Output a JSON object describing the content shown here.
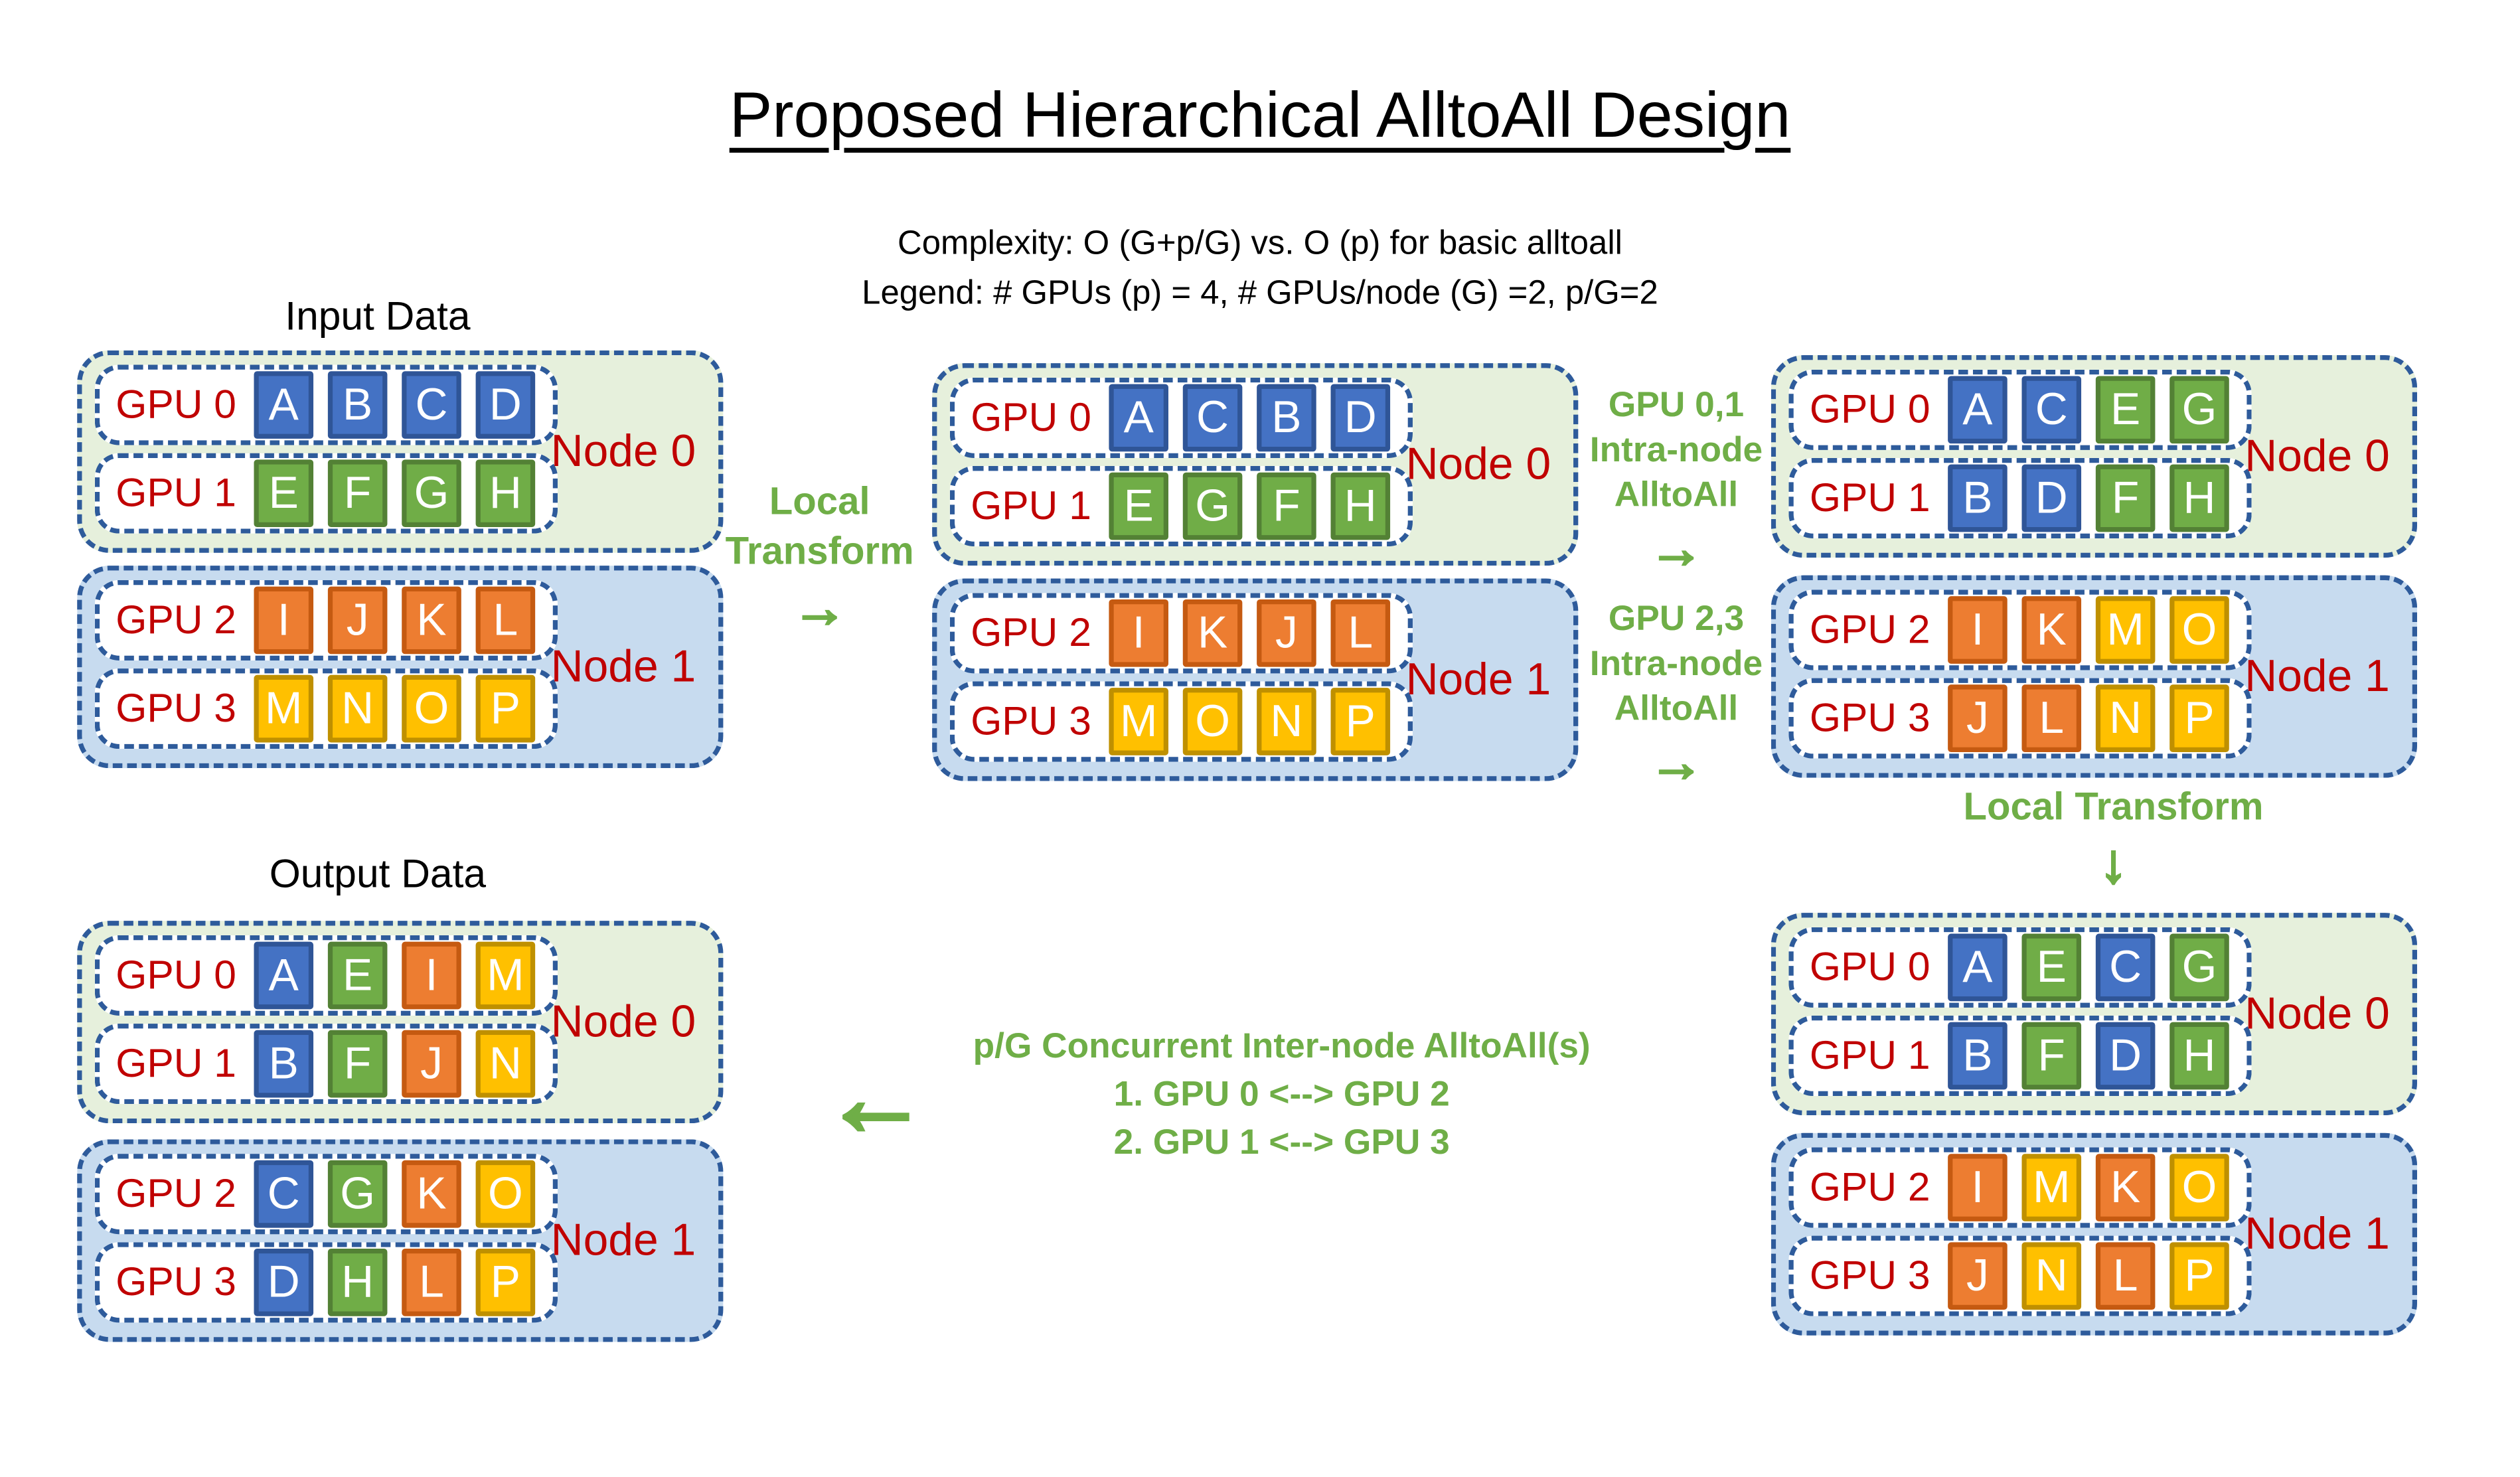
{
  "title": "Proposed Hierarchical AlltoAll Design",
  "subtitle": {
    "line1": "Complexity: O (G+p/G) vs. O (p) for basic alltoall",
    "line2": "Legend: # GPUs (p) = 4, # GPUs/node (G) =2, p/G=2"
  },
  "palette": {
    "dash": "#2E5B9B",
    "red": "#C00000",
    "green_text": "#6FAE47",
    "node_green": "#E6F0DC",
    "node_blue": "#C7DBEF",
    "cell": {
      "blue": {
        "fill": "#4472C4",
        "border": "#2F5597"
      },
      "green": {
        "fill": "#70AD47",
        "border": "#538135"
      },
      "orange": {
        "fill": "#ED7D31",
        "border": "#C55A11"
      },
      "yellow": {
        "fill": "#FFC000",
        "border": "#BF9000"
      }
    }
  },
  "stages": [
    {
      "name": "input",
      "title": "Input Data",
      "nodes": [
        {
          "label": "Node 0",
          "tone": "green",
          "rows": [
            {
              "gpu": "GPU 0",
              "cells": [
                {
                  "ch": "A",
                  "color": "blue"
                },
                {
                  "ch": "B",
                  "color": "blue"
                },
                {
                  "ch": "C",
                  "color": "blue"
                },
                {
                  "ch": "D",
                  "color": "blue"
                }
              ]
            },
            {
              "gpu": "GPU 1",
              "cells": [
                {
                  "ch": "E",
                  "color": "green"
                },
                {
                  "ch": "F",
                  "color": "green"
                },
                {
                  "ch": "G",
                  "color": "green"
                },
                {
                  "ch": "H",
                  "color": "green"
                }
              ]
            }
          ]
        },
        {
          "label": "Node 1",
          "tone": "blue",
          "rows": [
            {
              "gpu": "GPU 2",
              "cells": [
                {
                  "ch": "I",
                  "color": "orange"
                },
                {
                  "ch": "J",
                  "color": "orange"
                },
                {
                  "ch": "K",
                  "color": "orange"
                },
                {
                  "ch": "L",
                  "color": "orange"
                }
              ]
            },
            {
              "gpu": "GPU 3",
              "cells": [
                {
                  "ch": "M",
                  "color": "yellow"
                },
                {
                  "ch": "N",
                  "color": "yellow"
                },
                {
                  "ch": "O",
                  "color": "yellow"
                },
                {
                  "ch": "P",
                  "color": "yellow"
                }
              ]
            }
          ]
        }
      ]
    },
    {
      "name": "after-local-transform",
      "title": "",
      "nodes": [
        {
          "label": "Node 0",
          "tone": "green",
          "rows": [
            {
              "gpu": "GPU 0",
              "cells": [
                {
                  "ch": "A",
                  "color": "blue"
                },
                {
                  "ch": "C",
                  "color": "blue"
                },
                {
                  "ch": "B",
                  "color": "blue"
                },
                {
                  "ch": "D",
                  "color": "blue"
                }
              ]
            },
            {
              "gpu": "GPU 1",
              "cells": [
                {
                  "ch": "E",
                  "color": "green"
                },
                {
                  "ch": "G",
                  "color": "green"
                },
                {
                  "ch": "F",
                  "color": "green"
                },
                {
                  "ch": "H",
                  "color": "green"
                }
              ]
            }
          ]
        },
        {
          "label": "Node 1",
          "tone": "blue",
          "rows": [
            {
              "gpu": "GPU 2",
              "cells": [
                {
                  "ch": "I",
                  "color": "orange"
                },
                {
                  "ch": "K",
                  "color": "orange"
                },
                {
                  "ch": "J",
                  "color": "orange"
                },
                {
                  "ch": "L",
                  "color": "orange"
                }
              ]
            },
            {
              "gpu": "GPU 3",
              "cells": [
                {
                  "ch": "M",
                  "color": "yellow"
                },
                {
                  "ch": "O",
                  "color": "yellow"
                },
                {
                  "ch": "N",
                  "color": "yellow"
                },
                {
                  "ch": "P",
                  "color": "yellow"
                }
              ]
            }
          ]
        }
      ]
    },
    {
      "name": "after-intra-node-alltoall",
      "title": "",
      "nodes": [
        {
          "label": "Node 0",
          "tone": "green",
          "rows": [
            {
              "gpu": "GPU 0",
              "cells": [
                {
                  "ch": "A",
                  "color": "blue"
                },
                {
                  "ch": "C",
                  "color": "blue"
                },
                {
                  "ch": "E",
                  "color": "green"
                },
                {
                  "ch": "G",
                  "color": "green"
                }
              ]
            },
            {
              "gpu": "GPU 1",
              "cells": [
                {
                  "ch": "B",
                  "color": "blue"
                },
                {
                  "ch": "D",
                  "color": "blue"
                },
                {
                  "ch": "F",
                  "color": "green"
                },
                {
                  "ch": "H",
                  "color": "green"
                }
              ]
            }
          ]
        },
        {
          "label": "Node 1",
          "tone": "blue",
          "rows": [
            {
              "gpu": "GPU 2",
              "cells": [
                {
                  "ch": "I",
                  "color": "orange"
                },
                {
                  "ch": "K",
                  "color": "orange"
                },
                {
                  "ch": "M",
                  "color": "yellow"
                },
                {
                  "ch": "O",
                  "color": "yellow"
                }
              ]
            },
            {
              "gpu": "GPU 3",
              "cells": [
                {
                  "ch": "J",
                  "color": "orange"
                },
                {
                  "ch": "L",
                  "color": "orange"
                },
                {
                  "ch": "N",
                  "color": "yellow"
                },
                {
                  "ch": "P",
                  "color": "yellow"
                }
              ]
            }
          ]
        }
      ]
    },
    {
      "name": "after-second-local-transform",
      "title": "",
      "nodes": [
        {
          "label": "Node 0",
          "tone": "green",
          "rows": [
            {
              "gpu": "GPU 0",
              "cells": [
                {
                  "ch": "A",
                  "color": "blue"
                },
                {
                  "ch": "E",
                  "color": "green"
                },
                {
                  "ch": "C",
                  "color": "blue"
                },
                {
                  "ch": "G",
                  "color": "green"
                }
              ]
            },
            {
              "gpu": "GPU 1",
              "cells": [
                {
                  "ch": "B",
                  "color": "blue"
                },
                {
                  "ch": "F",
                  "color": "green"
                },
                {
                  "ch": "D",
                  "color": "blue"
                },
                {
                  "ch": "H",
                  "color": "green"
                }
              ]
            }
          ]
        },
        {
          "label": "Node 1",
          "tone": "blue",
          "rows": [
            {
              "gpu": "GPU 2",
              "cells": [
                {
                  "ch": "I",
                  "color": "orange"
                },
                {
                  "ch": "M",
                  "color": "yellow"
                },
                {
                  "ch": "K",
                  "color": "orange"
                },
                {
                  "ch": "O",
                  "color": "yellow"
                }
              ]
            },
            {
              "gpu": "GPU 3",
              "cells": [
                {
                  "ch": "J",
                  "color": "orange"
                },
                {
                  "ch": "N",
                  "color": "yellow"
                },
                {
                  "ch": "L",
                  "color": "orange"
                },
                {
                  "ch": "P",
                  "color": "yellow"
                }
              ]
            }
          ]
        }
      ]
    },
    {
      "name": "output",
      "title": "Output Data",
      "nodes": [
        {
          "label": "Node 0",
          "tone": "green",
          "rows": [
            {
              "gpu": "GPU 0",
              "cells": [
                {
                  "ch": "A",
                  "color": "blue"
                },
                {
                  "ch": "E",
                  "color": "green"
                },
                {
                  "ch": "I",
                  "color": "orange"
                },
                {
                  "ch": "M",
                  "color": "yellow"
                }
              ]
            },
            {
              "gpu": "GPU 1",
              "cells": [
                {
                  "ch": "B",
                  "color": "blue"
                },
                {
                  "ch": "F",
                  "color": "green"
                },
                {
                  "ch": "J",
                  "color": "orange"
                },
                {
                  "ch": "N",
                  "color": "yellow"
                }
              ]
            }
          ]
        },
        {
          "label": "Node 1",
          "tone": "blue",
          "rows": [
            {
              "gpu": "GPU 2",
              "cells": [
                {
                  "ch": "C",
                  "color": "blue"
                },
                {
                  "ch": "G",
                  "color": "green"
                },
                {
                  "ch": "K",
                  "color": "orange"
                },
                {
                  "ch": "O",
                  "color": "yellow"
                }
              ]
            },
            {
              "gpu": "GPU 3",
              "cells": [
                {
                  "ch": "D",
                  "color": "blue"
                },
                {
                  "ch": "H",
                  "color": "green"
                },
                {
                  "ch": "L",
                  "color": "orange"
                },
                {
                  "ch": "P",
                  "color": "yellow"
                }
              ]
            }
          ]
        }
      ]
    }
  ],
  "annotations": {
    "local_transform": {
      "lines": [
        "Local",
        "Transform"
      ],
      "arrow": "→"
    },
    "intra01": {
      "lines": [
        "GPU 0,1",
        "Intra-node",
        "AlltoAll"
      ],
      "arrow": "→"
    },
    "intra23": {
      "lines": [
        "GPU 2,3",
        "Intra-node",
        "AlltoAll"
      ],
      "arrow": "→"
    },
    "local_transform_2": {
      "lines": [
        "Local Transform"
      ],
      "arrow": "↓"
    },
    "internode": {
      "lines": [
        "p/G Concurrent Inter-node AlltoAll(s)",
        "1. GPU 0 <--> GPU 2",
        "2. GPU 1 <--> GPU 3"
      ],
      "arrow": "←"
    }
  }
}
